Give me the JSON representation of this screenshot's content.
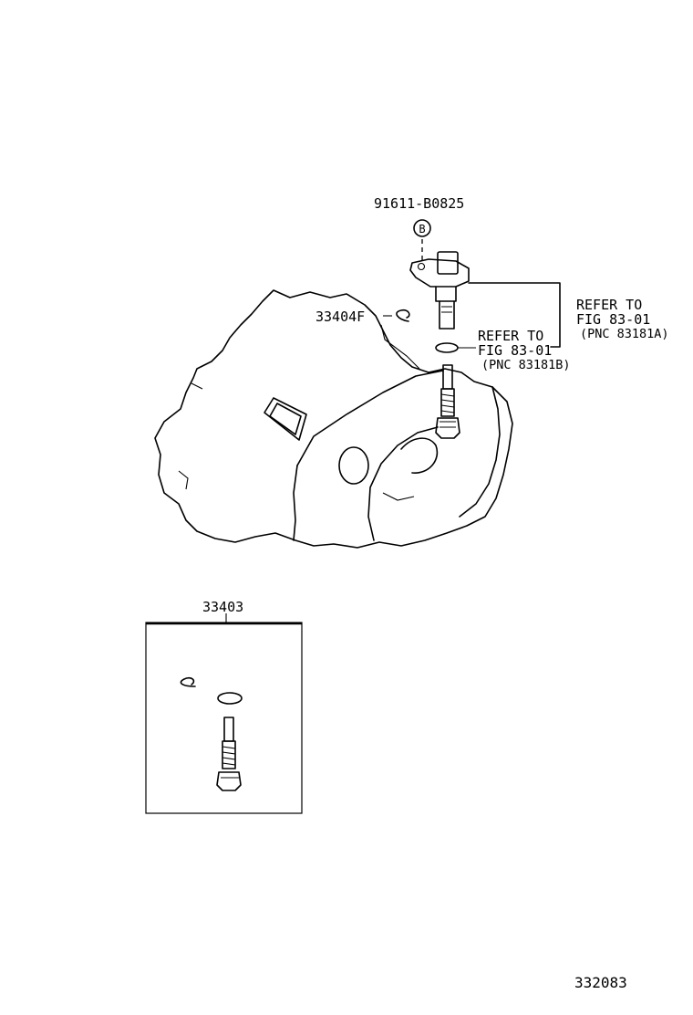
{
  "labels": {
    "bolt_part": "91611-B0825",
    "bolt_marker": "B",
    "clip_part": "33404F",
    "sensor_ref_line1": "REFER TO",
    "sensor_ref_line2": "FIG 83-01",
    "sensor_ref_line3": "(PNC 83181A)",
    "oring_ref_line1": "REFER TO",
    "oring_ref_line2": "FIG 83-01",
    "oring_ref_line3": "(PNC 83181B)",
    "kit_part": "33403",
    "figure_number": "332083"
  },
  "colors": {
    "line": "#000000",
    "background": "#ffffff"
  }
}
